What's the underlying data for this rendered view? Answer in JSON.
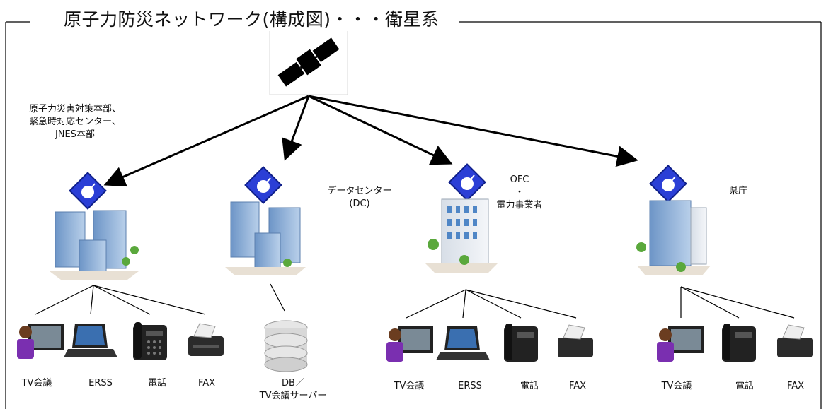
{
  "title": "原子力防災ネットワーク(構成図)・・・衛星系",
  "nodes": {
    "hq": {
      "label": "原子力災害対策本部、\n緊急時対応センター、\nJNES本部"
    },
    "dc": {
      "label": "データセンター\n(DC)"
    },
    "ofc": {
      "label": "OFC\n・\n電力事業者"
    },
    "pref": {
      "label": "県庁"
    }
  },
  "devices": {
    "hq": [
      "TV会議",
      "ERSS",
      "電話",
      "FAX"
    ],
    "dc": "DB／\nTV会議サーバー",
    "ofc": [
      "TV会議",
      "ERSS",
      "電話",
      "FAX"
    ],
    "pref": [
      "TV会議",
      "電話",
      "FAX"
    ]
  },
  "colors": {
    "antenna_fill": "#2b3fd6",
    "building_blue": "#8fb3dc",
    "building_light": "#e8eef5",
    "line": "#000000",
    "tree": "#5aa83c"
  }
}
